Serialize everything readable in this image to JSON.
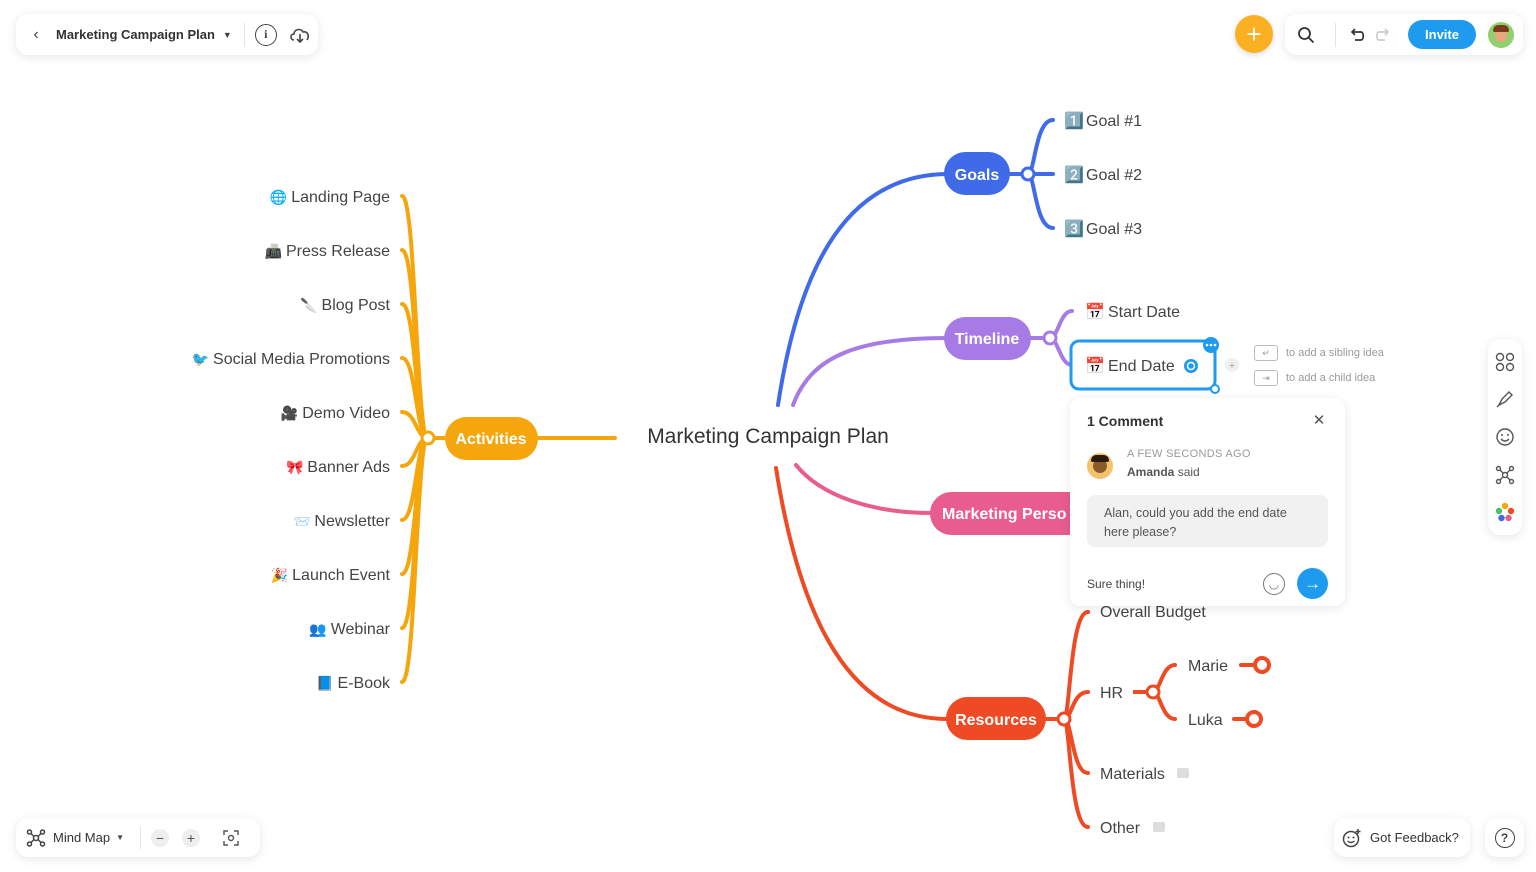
{
  "toolbar": {
    "doc_title": "Marketing Campaign Plan",
    "invite_label": "Invite"
  },
  "colors": {
    "activities": "#F5A60C",
    "goals": "#3F6AE8",
    "timeline": "#A77BE6",
    "personas": "#E85C8E",
    "resources": "#EE4A24",
    "accent_blue": "#1E9BEF",
    "plus_orange": "#FBB021"
  },
  "mindmap": {
    "central": "Marketing Campaign Plan",
    "branches": {
      "activities": {
        "label": "Activities",
        "children": [
          {
            "emoji": "🌐",
            "label": "Landing Page"
          },
          {
            "emoji": "📠",
            "label": "Press Release"
          },
          {
            "emoji": "🔪",
            "label": "Blog Post"
          },
          {
            "emoji": "🐦",
            "label": "Social Media Promotions"
          },
          {
            "emoji": "🎥",
            "label": "Demo Video"
          },
          {
            "emoji": "🎀",
            "label": "Banner Ads"
          },
          {
            "emoji": "📨",
            "label": "Newsletter"
          },
          {
            "emoji": "🎉",
            "label": "Launch Event"
          },
          {
            "emoji": "👥",
            "label": "Webinar"
          },
          {
            "emoji": "📘",
            "label": "E-Book"
          }
        ]
      },
      "goals": {
        "label": "Goals",
        "children": [
          {
            "emoji": "1️⃣",
            "label": "Goal #1"
          },
          {
            "emoji": "2️⃣",
            "label": "Goal #2"
          },
          {
            "emoji": "3️⃣",
            "label": "Goal #3"
          }
        ]
      },
      "timeline": {
        "label": "Timeline",
        "children": [
          {
            "emoji": "📅",
            "label": "Start Date"
          },
          {
            "emoji": "📅",
            "label": "End Date"
          }
        ]
      },
      "personas": {
        "label": "Marketing Perso"
      },
      "resources": {
        "label": "Resources",
        "children": [
          {
            "label": "Overall Budget"
          },
          {
            "label": "HR",
            "children": [
              "Marie",
              "Luka"
            ]
          },
          {
            "label": "Materials"
          },
          {
            "label": "Other"
          }
        ]
      }
    },
    "hints": {
      "sibling": "to add a sibling idea",
      "child": "to add a child idea"
    }
  },
  "comment_panel": {
    "title": "1 Comment",
    "time": "A FEW SECONDS AGO",
    "author": "Amanda",
    "said": "said",
    "message": "Alan, could you add the end date here please?",
    "reply_value": "Sure thing!"
  },
  "bottom": {
    "view_label": "Mind Map",
    "feedback_label": "Got Feedback?"
  }
}
